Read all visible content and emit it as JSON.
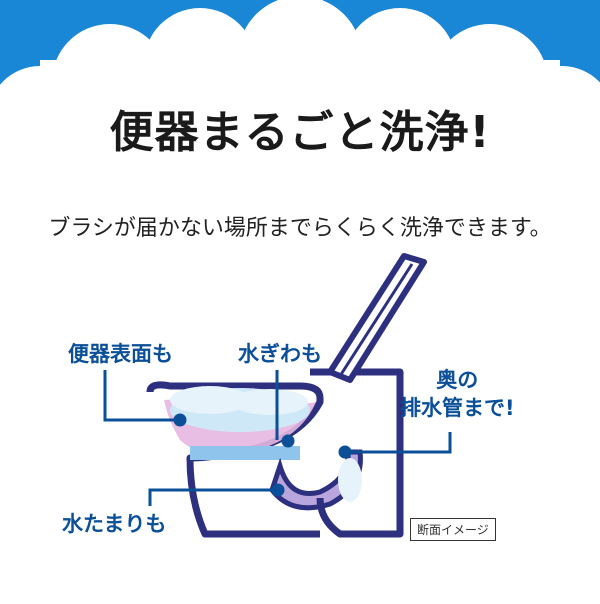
{
  "headline": "便器まるごと洗浄!",
  "subline": "ブラシが届かない場所までらくらく洗浄できます。",
  "callouts": {
    "surface": "便器表面も",
    "waterline": "水ぎわも",
    "drain_line1": "奥の",
    "drain_line2": "排水管まで!",
    "pool": "水たまりも"
  },
  "caption": "断面イメージ",
  "colors": {
    "sky": "#1a86d6",
    "outline": "#2d2f7f",
    "callout_text": "#0a4f98",
    "pipe_fill": "#b9a6dd",
    "foam": "#cfe8f7"
  }
}
